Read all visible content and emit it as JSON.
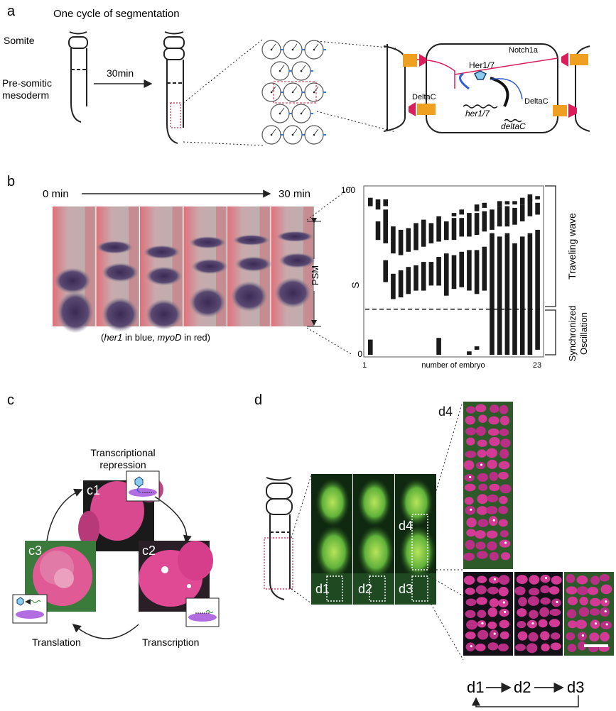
{
  "panel_a": {
    "letter": "a",
    "title": "One cycle of segmentation",
    "somite_label": "Somite",
    "psm_label_1": "Pre-somitic",
    "psm_label_2": "mesoderm",
    "time_label": "30min",
    "notch_label": "Notch1a",
    "deltac_left": "DeltaC",
    "deltac_right": "DeltaC",
    "her_protein": "Her1/7",
    "her_gene": "her1/7",
    "deltac_gene": "deltaC"
  },
  "panel_b": {
    "letter": "b",
    "time_start": "0 min",
    "time_end": "30 min",
    "psm_label": "PSM",
    "caption_pre": "(",
    "caption_her": "her1",
    "caption_mid": " in blue, ",
    "caption_myod": "myoD",
    "caption_post": " in red)",
    "traveling_wave": "Traveling wave",
    "sync_1": "Synchronized",
    "sync_2": "Oscillation"
  },
  "chart_data": {
    "type": "bar",
    "xlabel": "number of embryo",
    "ylabel": "S",
    "xlim": [
      1,
      23
    ],
    "ylim": [
      0,
      100
    ],
    "x_tick_labels": [
      "1",
      "23"
    ],
    "y_tick_labels": [
      "0",
      "100"
    ],
    "threshold": 27,
    "embryos": [
      {
        "n": 1,
        "segments": [
          [
            0,
            9
          ],
          [
            88,
            93
          ]
        ]
      },
      {
        "n": 2,
        "segments": [
          [
            68,
            79
          ],
          [
            86,
            92
          ]
        ]
      },
      {
        "n": 3,
        "segments": [
          [
            43,
            56
          ],
          [
            66,
            86
          ],
          [
            88,
            92
          ]
        ]
      },
      {
        "n": 4,
        "segments": [
          [
            33,
            48
          ],
          [
            60,
            76
          ]
        ]
      },
      {
        "n": 5,
        "segments": [
          [
            34,
            50
          ],
          [
            59,
            74
          ]
        ]
      },
      {
        "n": 6,
        "segments": [
          [
            36,
            52
          ],
          [
            61,
            75
          ]
        ]
      },
      {
        "n": 7,
        "segments": [
          [
            38,
            53
          ],
          [
            62,
            78
          ]
        ]
      },
      {
        "n": 8,
        "segments": [
          [
            38,
            55
          ],
          [
            64,
            80
          ]
        ]
      },
      {
        "n": 9,
        "segments": [
          [
            41,
            55
          ],
          [
            66,
            78
          ]
        ]
      },
      {
        "n": 10,
        "segments": [
          [
            0,
            10
          ],
          [
            41,
            58
          ],
          [
            67,
            82
          ]
        ]
      },
      {
        "n": 11,
        "segments": [
          [
            35,
            60
          ],
          [
            68,
            79
          ]
        ]
      },
      {
        "n": 12,
        "segments": [
          [
            39,
            59
          ],
          [
            68,
            81
          ],
          [
            82,
            84
          ]
        ]
      },
      {
        "n": 13,
        "segments": [
          [
            40,
            61
          ],
          [
            70,
            81
          ],
          [
            83,
            86
          ]
        ]
      },
      {
        "n": 14,
        "segments": [
          [
            0,
            2
          ],
          [
            38,
            62
          ],
          [
            70,
            84
          ]
        ]
      },
      {
        "n": 15,
        "segments": [
          [
            3,
            5
          ],
          [
            36,
            62
          ],
          [
            71,
            84
          ],
          [
            85,
            89
          ]
        ]
      },
      {
        "n": 16,
        "segments": [
          [
            38,
            64
          ],
          [
            73,
            85
          ],
          [
            87,
            90
          ]
        ]
      },
      {
        "n": 17,
        "segments": [
          [
            0,
            72
          ],
          [
            74,
            86
          ]
        ]
      },
      {
        "n": 18,
        "segments": [
          [
            0,
            70
          ],
          [
            76,
            88
          ],
          [
            88,
            91
          ]
        ]
      },
      {
        "n": 19,
        "segments": [
          [
            0,
            72
          ],
          [
            76,
            88
          ],
          [
            89,
            91
          ]
        ]
      },
      {
        "n": 20,
        "segments": [
          [
            0,
            66
          ],
          [
            77,
            87
          ],
          [
            89,
            91
          ]
        ]
      },
      {
        "n": 21,
        "segments": [
          [
            0,
            70
          ],
          [
            79,
            89
          ],
          [
            89,
            93
          ]
        ]
      },
      {
        "n": 22,
        "segments": [
          [
            0,
            72
          ],
          [
            82,
            92
          ],
          [
            91,
            95
          ]
        ]
      },
      {
        "n": 23,
        "segments": [
          [
            3,
            74
          ],
          [
            83,
            90
          ],
          [
            92,
            94
          ]
        ]
      }
    ]
  },
  "panel_c": {
    "letter": "c",
    "repression_1": "Transcriptional",
    "repression_2": "repression",
    "c1": "c1",
    "c2": "c2",
    "c3": "c3",
    "translation": "Translation",
    "transcription": "Transcription"
  },
  "panel_d": {
    "letter": "d",
    "d1": "d1",
    "d2": "d2",
    "d3": "d3",
    "d4": "d4",
    "d4_inset": "d4",
    "d3_inset": "d3",
    "bottom_d1": "d1",
    "bottom_d2": "d2",
    "bottom_d3": "d3"
  }
}
